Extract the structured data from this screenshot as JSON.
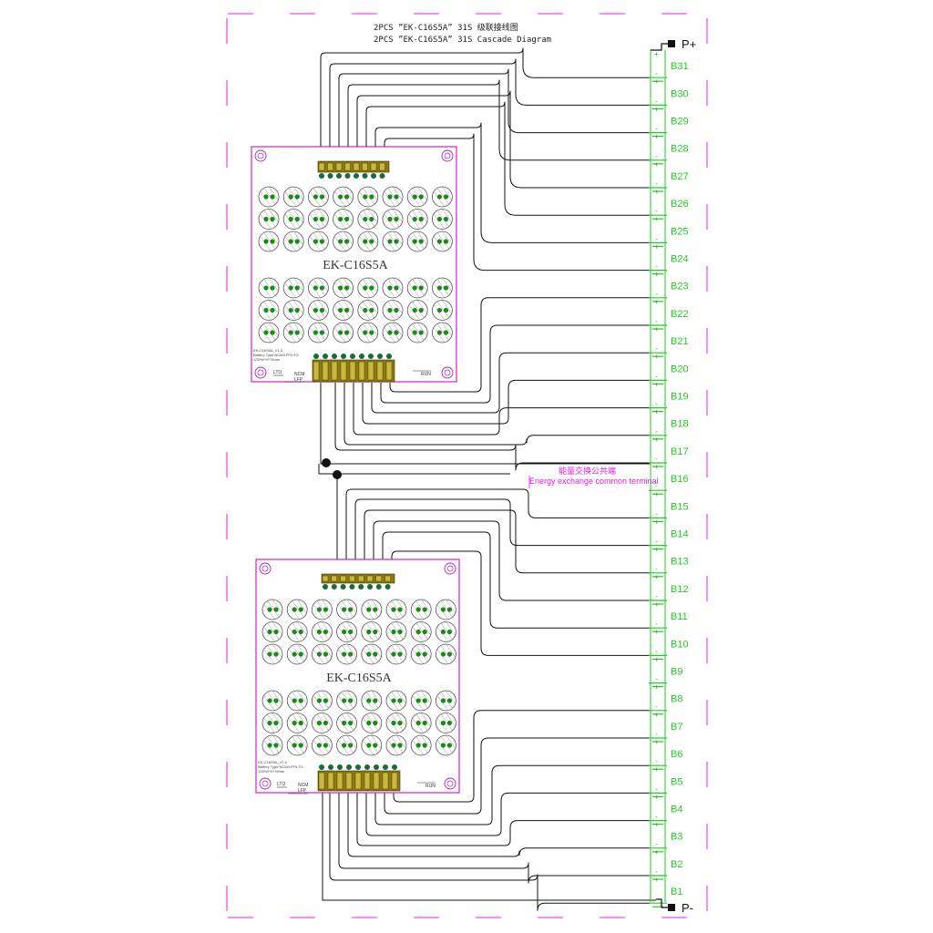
{
  "title": {
    "line1": "2PCS ”EK-C16S5A”  31S 级联接线图",
    "line2": "2PCS ”EK-C16S5A”  31S Cascade Diagram"
  },
  "boards": [
    {
      "name": "EK-C16S5A",
      "info": [
        "EK-C16S5A_V1.0",
        "Battery Type:NCM/LFP/LTO",
        "125*W*H*75mm"
      ],
      "switch_labels": [
        "LTO",
        "NCM",
        "LFP"
      ],
      "run_label": "RUN"
    },
    {
      "name": "EK-C16S5A",
      "info": [
        "EK-C16S5A_V1.0",
        "Battery Type:NCM/LFP/LTO",
        "125*W*H*75mm"
      ],
      "switch_labels": [
        "LTO",
        "NCM",
        "LFP"
      ],
      "run_label": "RUN"
    }
  ],
  "cells": [
    "B31",
    "B30",
    "B29",
    "B28",
    "B27",
    "B26",
    "B25",
    "B24",
    "B23",
    "B22",
    "B21",
    "B20",
    "B19",
    "B18",
    "B17",
    "B16",
    "B15",
    "B14",
    "B13",
    "B12",
    "B11",
    "B10",
    "B9",
    "B8",
    "B7",
    "B6",
    "B5",
    "B4",
    "B3",
    "B2",
    "B1"
  ],
  "terminals": {
    "positive": "P+",
    "negative": "P-"
  },
  "common_terminal": {
    "zh": "能量交换公共端",
    "en": "Energy exchange common terminal"
  },
  "colors": {
    "cell_green": "#22cc22",
    "border_magenta": "#e020e0",
    "wire": "#111111",
    "connector": "#8a7a10"
  }
}
